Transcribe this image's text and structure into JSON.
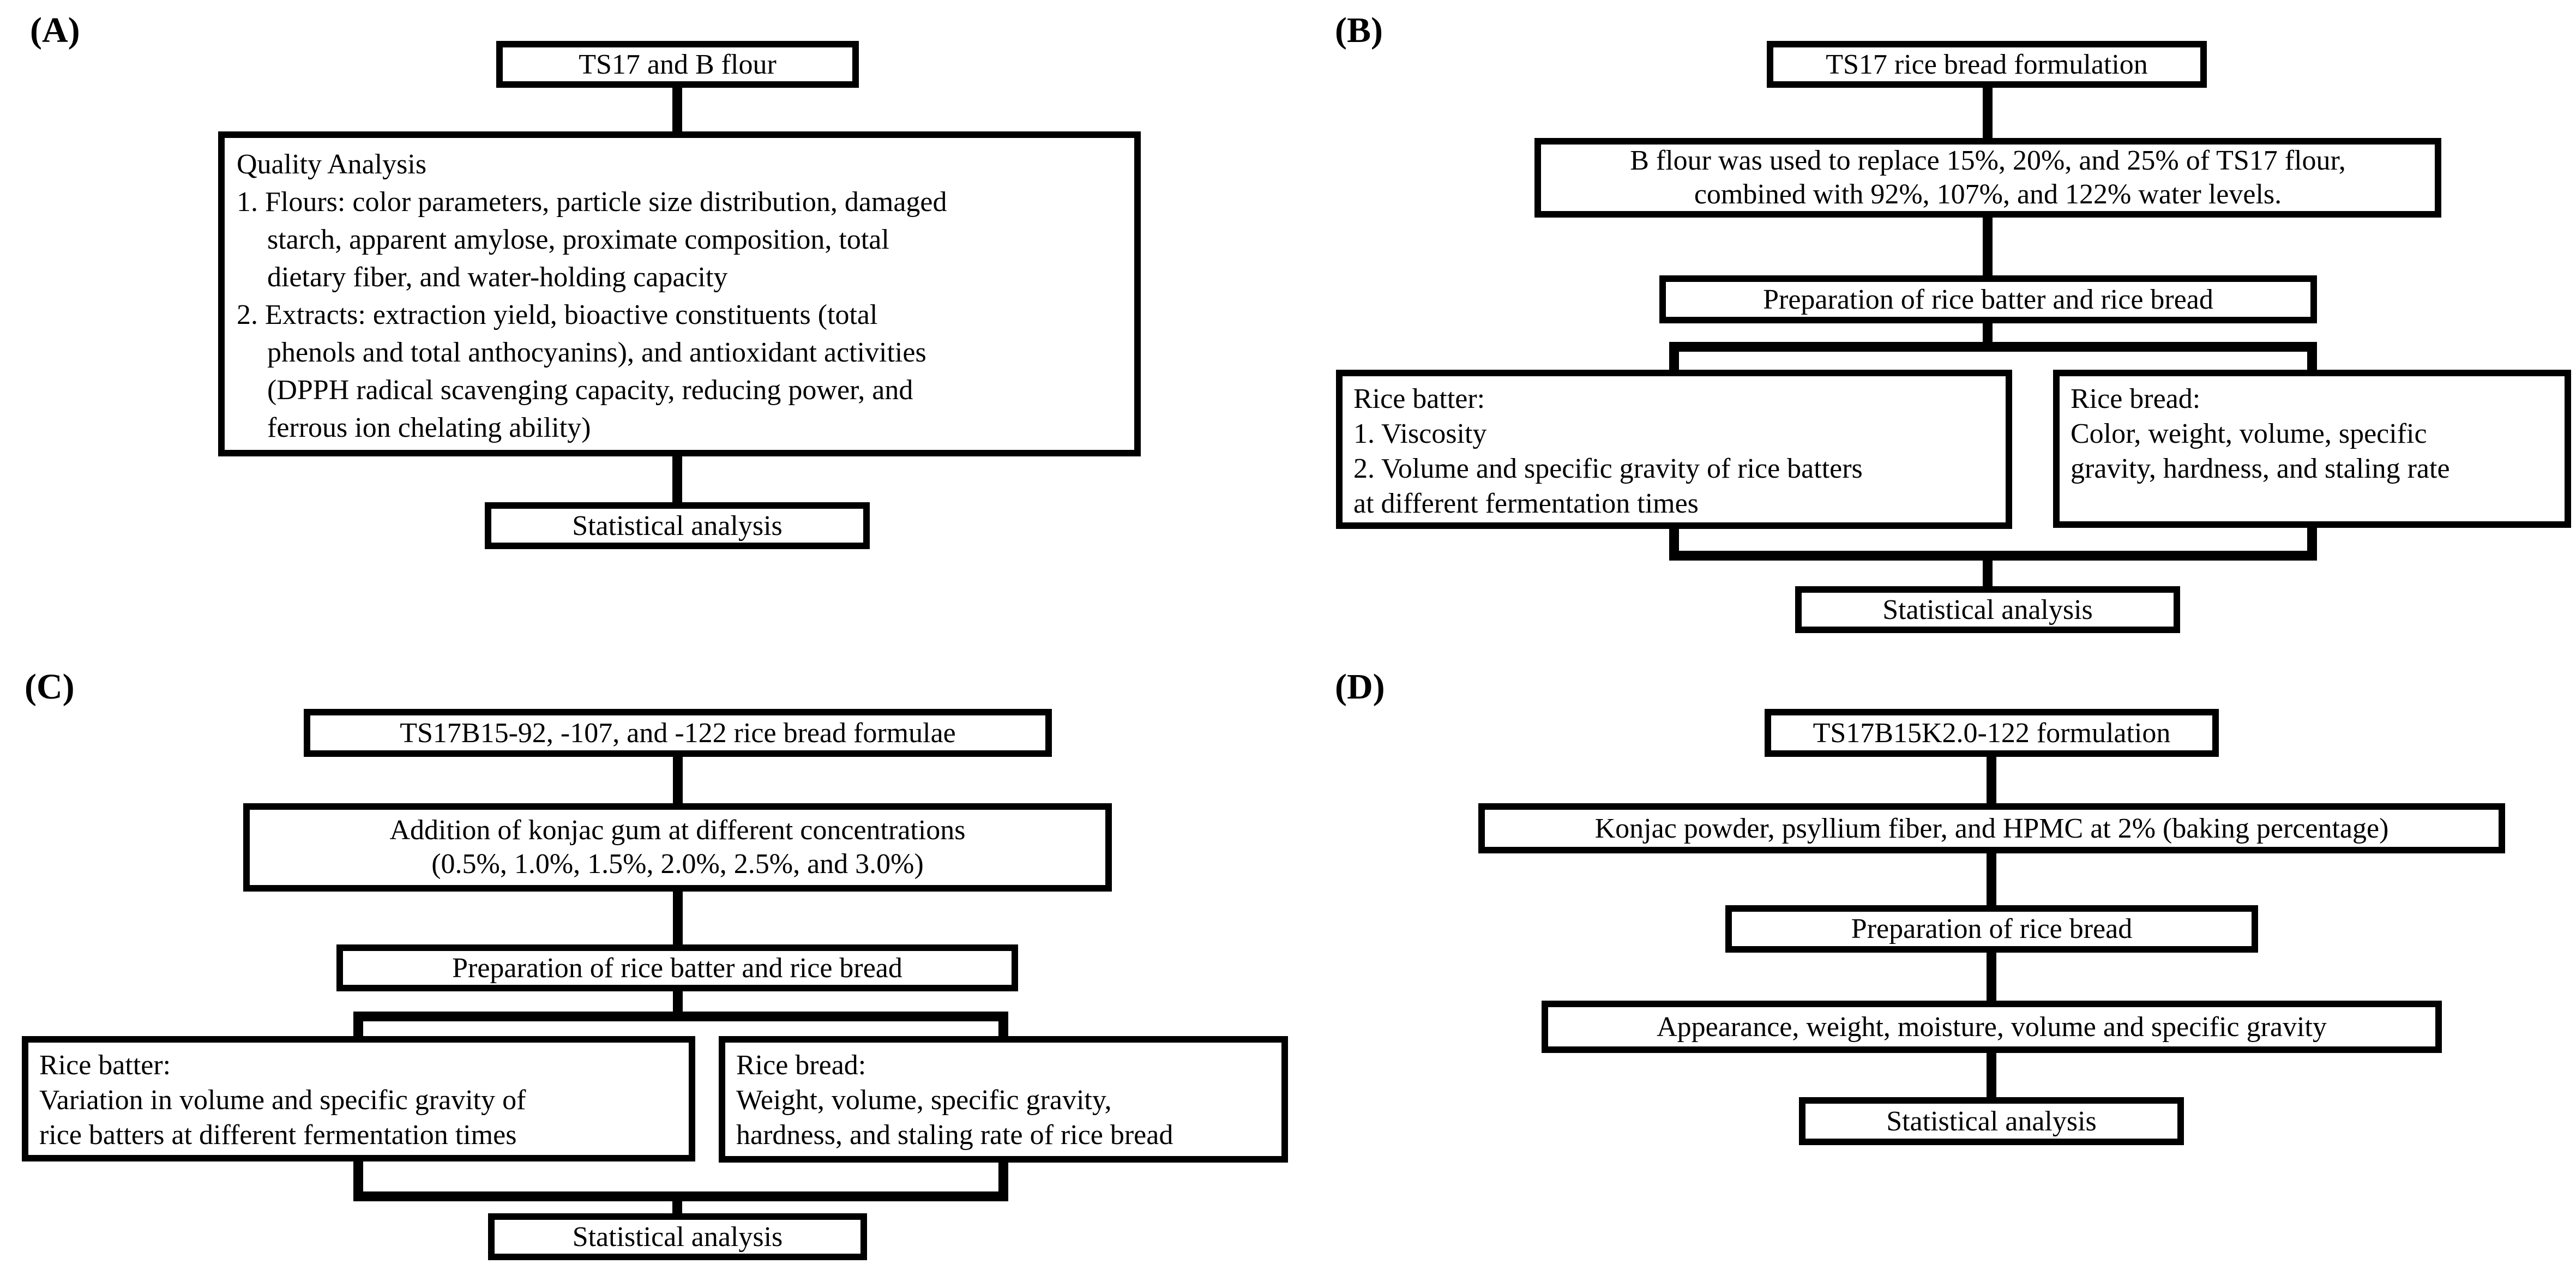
{
  "figure": {
    "background": "#ffffff",
    "ink": "#000000",
    "description": "Four-panel experimental design flowchart for rice bread formulation study"
  },
  "panels": {
    "a": {
      "label": "(A)",
      "source_box": "TS17 and B flour",
      "quality_box": {
        "lines": [
          "Quality Analysis",
          "1. Flours: color parameters, particle size distribution, damaged",
          "starch, apparent amylose, proximate composition, total",
          "dietary fiber, and water-holding capacity",
          "2. Extracts: extraction yield, bioactive constituents (total",
          "phenols and total anthocyanins), and antioxidant activities",
          "(DPPH radical scavenging capacity, reducing power, and",
          "ferrous ion chelating ability)"
        ]
      },
      "stat_box": "Statistical analysis"
    },
    "b": {
      "label": "(B)",
      "formulation_box": "TS17 rice bread formulation",
      "replacement_box": {
        "lines": [
          "B flour was used to replace 15%, 20%, and 25% of TS17 flour,",
          "combined with 92%, 107%, and 122% water levels."
        ]
      },
      "preparation_box": "Preparation of rice batter and rice bread",
      "batter_box": {
        "lines": [
          "Rice batter:",
          "1. Viscosity",
          "2. Volume and specific gravity of rice batters",
          "at different fermentation times"
        ]
      },
      "bread_box": {
        "lines": [
          "Rice bread:",
          "Color, weight, volume, specific",
          "gravity, hardness, and staling rate"
        ]
      },
      "stat_box": "Statistical analysis"
    },
    "c": {
      "label": "(C)",
      "formulae_box": "TS17B15-92, -107, and -122 rice bread formulae",
      "konjac_box": {
        "lines": [
          "Addition of konjac gum at different concentrations",
          "(0.5%, 1.0%, 1.5%, 2.0%, 2.5%, and 3.0%)"
        ]
      },
      "preparation_box": "Preparation of rice batter and rice bread",
      "batter_box": {
        "lines": [
          "Rice batter:",
          "Variation in volume and specific gravity of",
          "rice batters at different fermentation times"
        ]
      },
      "bread_box": {
        "lines": [
          "Rice bread:",
          "Weight, volume, specific gravity,",
          "hardness, and staling rate of rice bread"
        ]
      },
      "stat_box": "Statistical analysis"
    },
    "d": {
      "label": "(D)",
      "formulation_box": "TS17B15K2.0-122 formulation",
      "additives_box": "Konjac powder, psyllium fiber, and HPMC at 2% (baking percentage)",
      "preparation_box": "Preparation of rice bread",
      "measurements_box": "Appearance, weight, moisture, volume and specific gravity",
      "stat_box": "Statistical analysis"
    }
  }
}
